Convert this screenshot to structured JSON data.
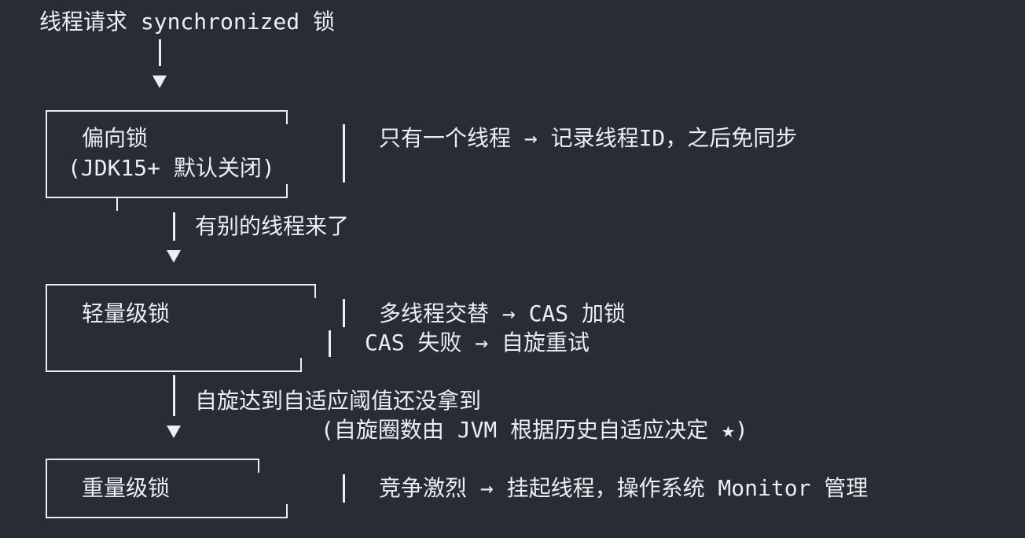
{
  "header": {
    "title": "线程请求 synchronized 锁"
  },
  "stages": [
    {
      "name": "偏向锁",
      "subtitle": "(JDK15+ 默认关闭)",
      "notes": [
        "只有一个线程 → 记录线程ID，之后免同步"
      ]
    },
    {
      "name": "轻量级锁",
      "subtitle": "",
      "notes": [
        "多线程交替 → CAS 加锁",
        "CAS 失败 → 自旋重试"
      ]
    },
    {
      "name": "重量级锁",
      "subtitle": "",
      "notes": [
        "竞争激烈 → 挂起线程，操作系统 Monitor 管理"
      ]
    }
  ],
  "transitions": [
    {
      "label": "有别的线程来了",
      "detail": ""
    },
    {
      "label": "自旋达到自适应阈值还没拿到",
      "detail": "(自旋圈数由 JVM 根据历史自适应决定 ★)"
    }
  ],
  "colors": {
    "background": "#282c35",
    "foreground": "#eceef1"
  }
}
